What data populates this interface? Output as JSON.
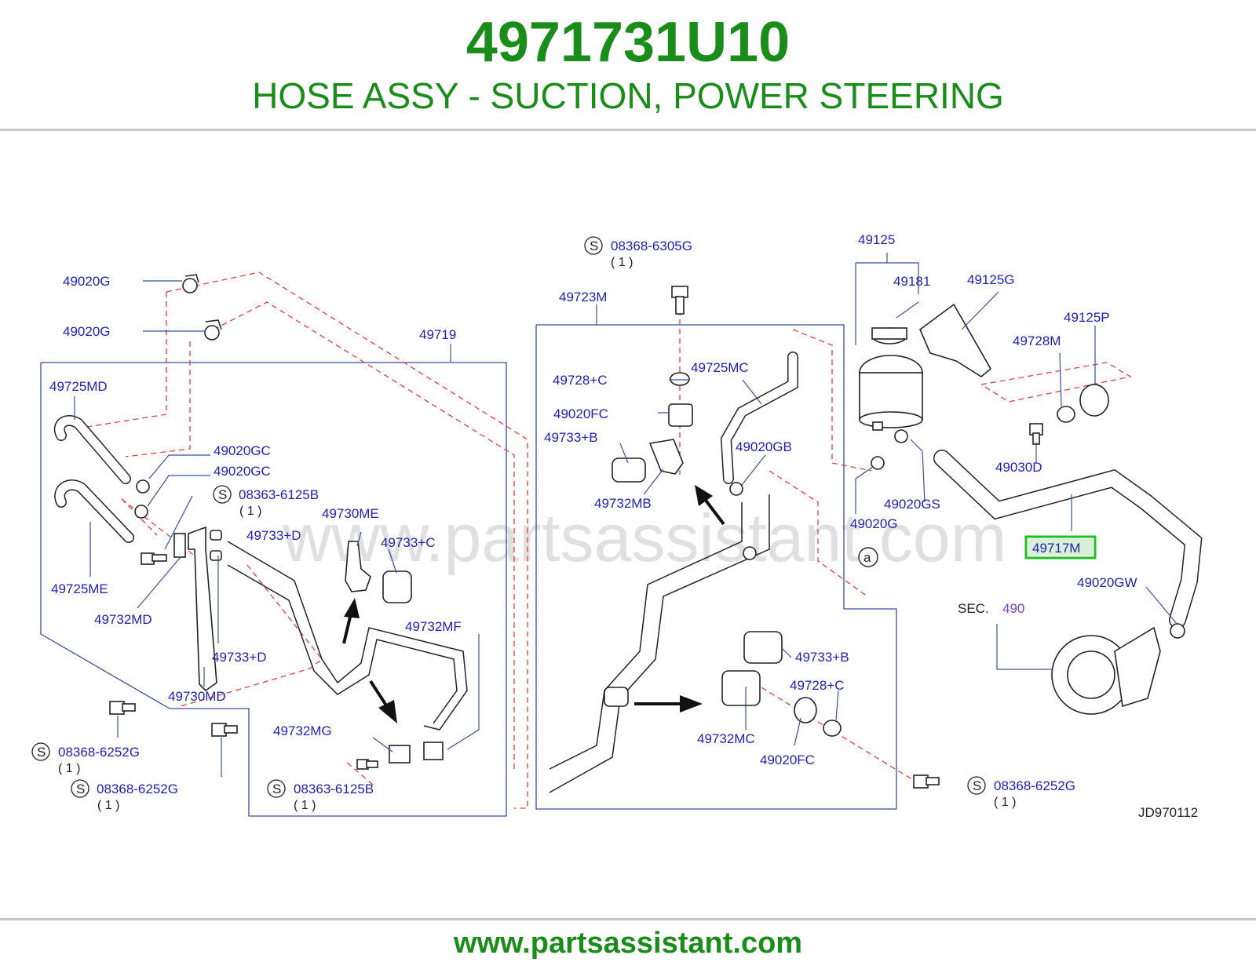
{
  "header": {
    "part_number": "4971731U10",
    "description": "HOSE ASSY - SUCTION, POWER STEERING"
  },
  "footer": {
    "url": "www.partsassistant.com"
  },
  "watermark": "www.partsassistant.com",
  "diagram_code": "JD970112",
  "sec_ref": {
    "prefix": "SEC.",
    "number": "490"
  },
  "highlight": {
    "label": "49717M",
    "color": "#20c020"
  },
  "labels": {
    "l49020G_a": "49020G",
    "l49020G_b": "49020G",
    "l49719": "49719",
    "l49725MD": "49725MD",
    "l49020GC_a": "49020GC",
    "l49020GC_b": "49020GC",
    "l08363_6125B_a": "08363-6125B",
    "l49730ME": "49730ME",
    "l49733D_a": "49733+D",
    "l49733C": "49733+C",
    "l49725ME": "49725ME",
    "l49732MD": "49732MD",
    "l49732MF": "49732MF",
    "l49733D_b": "49733+D",
    "l49730MD": "49730MD",
    "l08368_6252G_a": "08368-6252G",
    "l08368_6252G_b": "08368-6252G",
    "l49732MG": "49732MG",
    "l08363_6125B_b": "08363-6125B",
    "l08368_6305G": "08368-6305G",
    "l49723M": "49723M",
    "l49728C_a": "49728+C",
    "l49725MC": "49725MC",
    "l49020FC_a": "49020FC",
    "l49733B_a": "49733+B",
    "l49020GB": "49020GB",
    "l49732MB": "49732MB",
    "l49733B_b": "49733+B",
    "l49728C_b": "49728+C",
    "l49732MC": "49732MC",
    "l49020FC_b": "49020FC",
    "l08368_6252G_c": "08368-6252G",
    "l49125": "49125",
    "l49181": "49181",
    "l49125G": "49125G",
    "l49125P": "49125P",
    "l49728M": "49728M",
    "l49030D": "49030D",
    "l49020GS": "49020GS",
    "l49020G_c": "49020G",
    "l49020GW": "49020GW"
  },
  "symbols": {
    "s_mark": "S",
    "a_mark": "a",
    "qty_1": "( 1 )"
  },
  "colors": {
    "title_green": "#1a8c1a",
    "label_blue": "#1f1fb4",
    "leader_blue": "#3a4f9a",
    "dash_red": "#e04040"
  }
}
